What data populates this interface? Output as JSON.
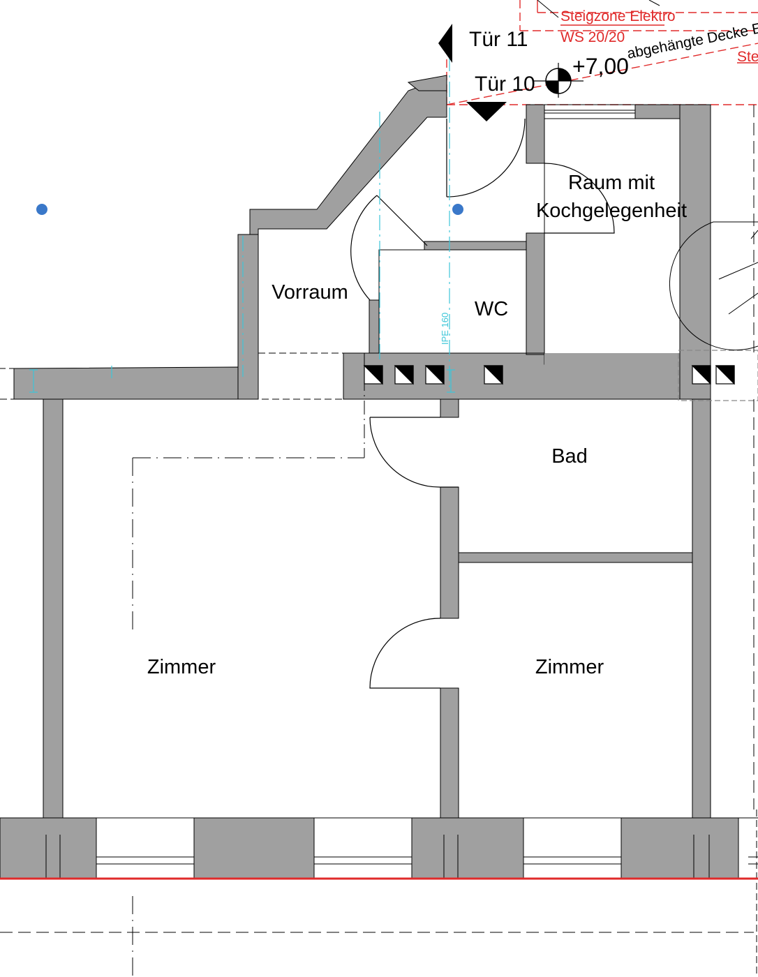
{
  "labels": {
    "rooms": {
      "vorraum": "Vorraum",
      "wc": "WC",
      "bad": "Bad",
      "kitchen_line1": "Raum mit",
      "kitchen_line2": "Kochgelegenheit",
      "zimmer_left": "Zimmer",
      "zimmer_right": "Zimmer"
    },
    "doors": {
      "door_11": "Tür 11",
      "door_10": "Tür 10"
    },
    "level": "+7,00",
    "annotations": {
      "steigzone": "Steigzone Elektro",
      "ws": "WS 20/20",
      "ceiling": "abgehängte Decke E",
      "cut_red": "Ste",
      "beam": "IPE 160"
    }
  },
  "colors": {
    "wall": "#a0a0a0",
    "line": "#000000",
    "red": "#e02a2a",
    "cyan": "#3cc6d8",
    "marker": "#3a78c9"
  }
}
